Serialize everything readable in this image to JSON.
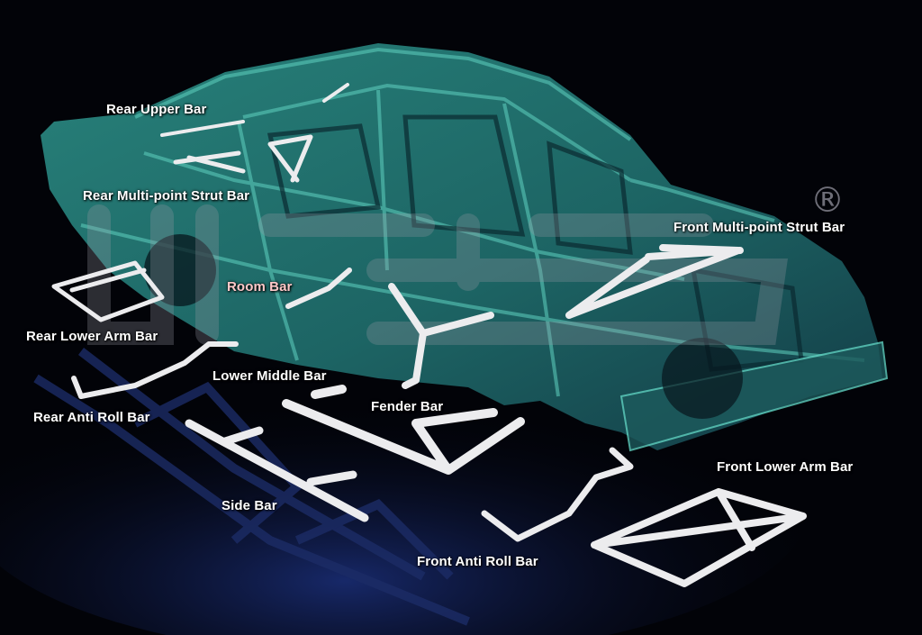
{
  "labels": {
    "rear_upper_bar": "Rear Upper Bar",
    "rear_multi_point_strut_bar": "Rear Multi-point Strut Bar",
    "front_multi_point_strut_bar": "Front Multi-point Strut Bar",
    "room_bar": "Room Bar",
    "rear_lower_arm_bar": "Rear Lower Arm Bar",
    "lower_middle_bar": "Lower Middle Bar",
    "rear_anti_roll_bar": "Rear Anti Roll Bar",
    "fender_bar": "Fender Bar",
    "side_bar": "Side Bar",
    "front_lower_arm_bar": "Front Lower Arm Bar",
    "front_anti_roll_bar": "Front Anti Roll Bar"
  },
  "registered_mark": "®",
  "colors": {
    "background": "#020308",
    "chassis": "#2f8f86",
    "chassis_dark": "#0f3d44",
    "reflection": "#1a2a6a",
    "bar_parts": "#e8e8ea",
    "label_text": "#ffffff",
    "label_highlight": "#ffc9c9",
    "watermark": "#8a8a95"
  }
}
